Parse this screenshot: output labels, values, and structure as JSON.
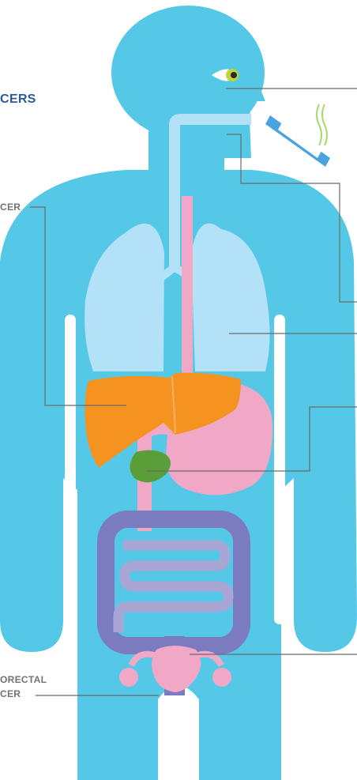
{
  "title_fragment": "CERS",
  "labels": {
    "left_upper": "CER",
    "left_lower_line1": "ORECTAL",
    "left_lower_line2": "CER"
  },
  "colors": {
    "body": "#55c8e8",
    "airway": "#b3e1f7",
    "lungs": "#b3e1f7",
    "esophagus": "#f1a7c6",
    "liver": "#f59320",
    "stomach": "#f1a7c6",
    "pancreas": "#5a9e3a",
    "colon": "#7b7bbf",
    "small_intestine": "#a9a6d6",
    "uterus": "#f1a7c6",
    "eye": "#c4d335",
    "cigarette": "#4aa3e0",
    "smoke": "#a6d86a",
    "leader_lines": "#6a6a6a",
    "title": "#2b5a9a",
    "label_text": "#6f7378"
  }
}
